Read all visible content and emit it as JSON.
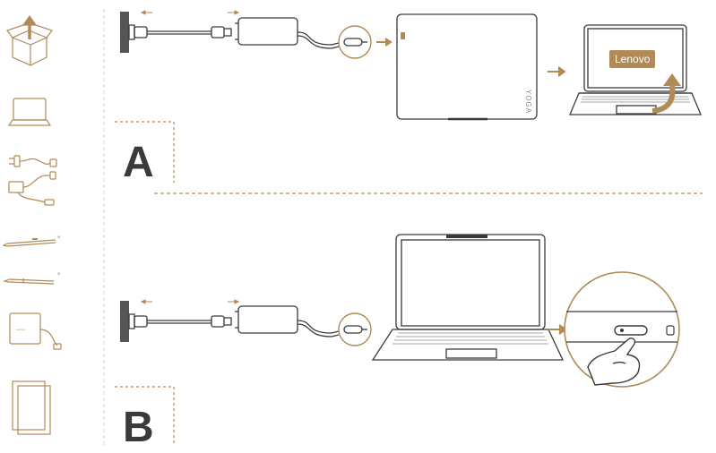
{
  "steps": {
    "a": "A",
    "b": "B"
  },
  "brand": {
    "screen_logo": "Lenovo",
    "tablet_text": "YOGA",
    "dock_label": "Lenovo"
  },
  "optional_mark": "*",
  "colors": {
    "accent": "#b08a57",
    "line": "#3a3a3a",
    "light": "#d8d8d8",
    "dark_plug": "#555555"
  },
  "icons": {
    "box_contents": [
      "open-box-icon",
      "laptop-icon",
      "power-adapter-kit-icon",
      "pen-icon",
      "stylus-icon",
      "dock-icon",
      "documents-icon"
    ],
    "process": [
      "wall-outlet-icon",
      "ac-cable-icon",
      "power-adapter-icon",
      "usb-c-connector-icon",
      "arrow-right-icon",
      "hand-press-icon"
    ]
  }
}
